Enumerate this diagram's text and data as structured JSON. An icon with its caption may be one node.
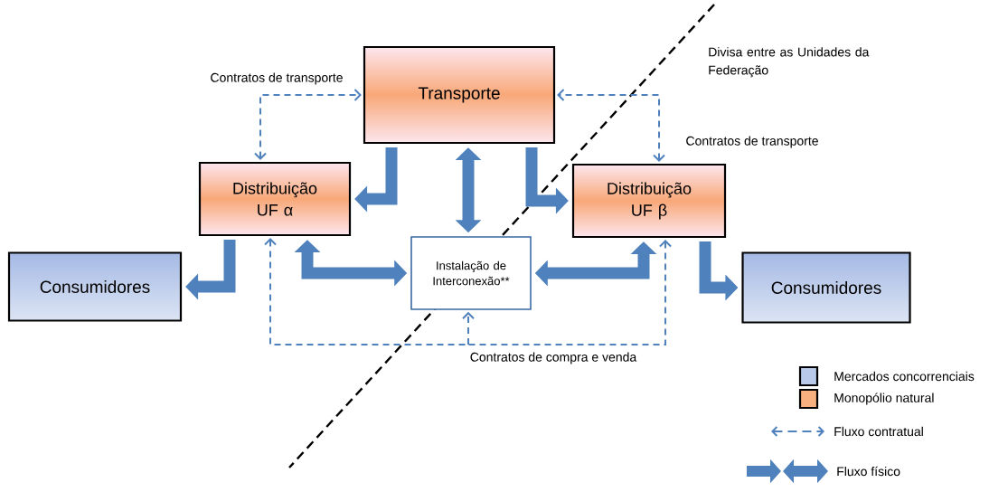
{
  "diagram": {
    "nodes": [
      {
        "text": [
          "Transporte"
        ]
      },
      {
        "text": [
          "Distribuição UF α"
        ]
      },
      {
        "text": [
          "Distribuição UF β"
        ]
      },
      {
        "text": [
          "Consumidores"
        ]
      },
      {
        "text": [
          "Instalação de Interconexão**"
        ]
      },
      {
        "text": [
          "Consumidores"
        ]
      }
    ],
    "edges": [
      {
        "from": 1,
        "to": 0,
        "arrow": "both",
        "style": "dashed",
        "label": "Contratos de transporte"
      },
      {
        "from": 2,
        "to": 0,
        "arrow": "both",
        "style": "dashed",
        "label": "Contratos de transporte"
      },
      {
        "from": 1,
        "to": 4,
        "arrow": "both",
        "style": "dashed"
      },
      {
        "from": 2,
        "to": 4,
        "arrow": "both",
        "style": "dashed",
        "label": "Contratos de compra e venda"
      },
      {
        "from": 0,
        "to": 1,
        "arrow": "to"
      },
      {
        "from": 0,
        "to": 4,
        "arrow": "both"
      },
      {
        "from": 0,
        "to": 2,
        "arrow": "to"
      },
      {
        "from": 1,
        "to": 3,
        "arrow": "to"
      },
      {
        "from": 1,
        "to": 4,
        "arrow": "both"
      },
      {
        "from": 2,
        "to": 4,
        "arrow": "both"
      },
      {
        "from": 2,
        "to": 5,
        "arrow": "to"
      }
    ],
    "labels": [
      "Divisa entre as Unidades da Federação"
    ],
    "legend": [
      {
        "text": "Mercados concorrenciais",
        "color": "#b8c9ea"
      },
      {
        "text": "Monopólio natural",
        "color": "#f8b080"
      },
      {
        "text": "Fluxo contratual"
      },
      {
        "text": "Fluxo físico"
      }
    ]
  }
}
